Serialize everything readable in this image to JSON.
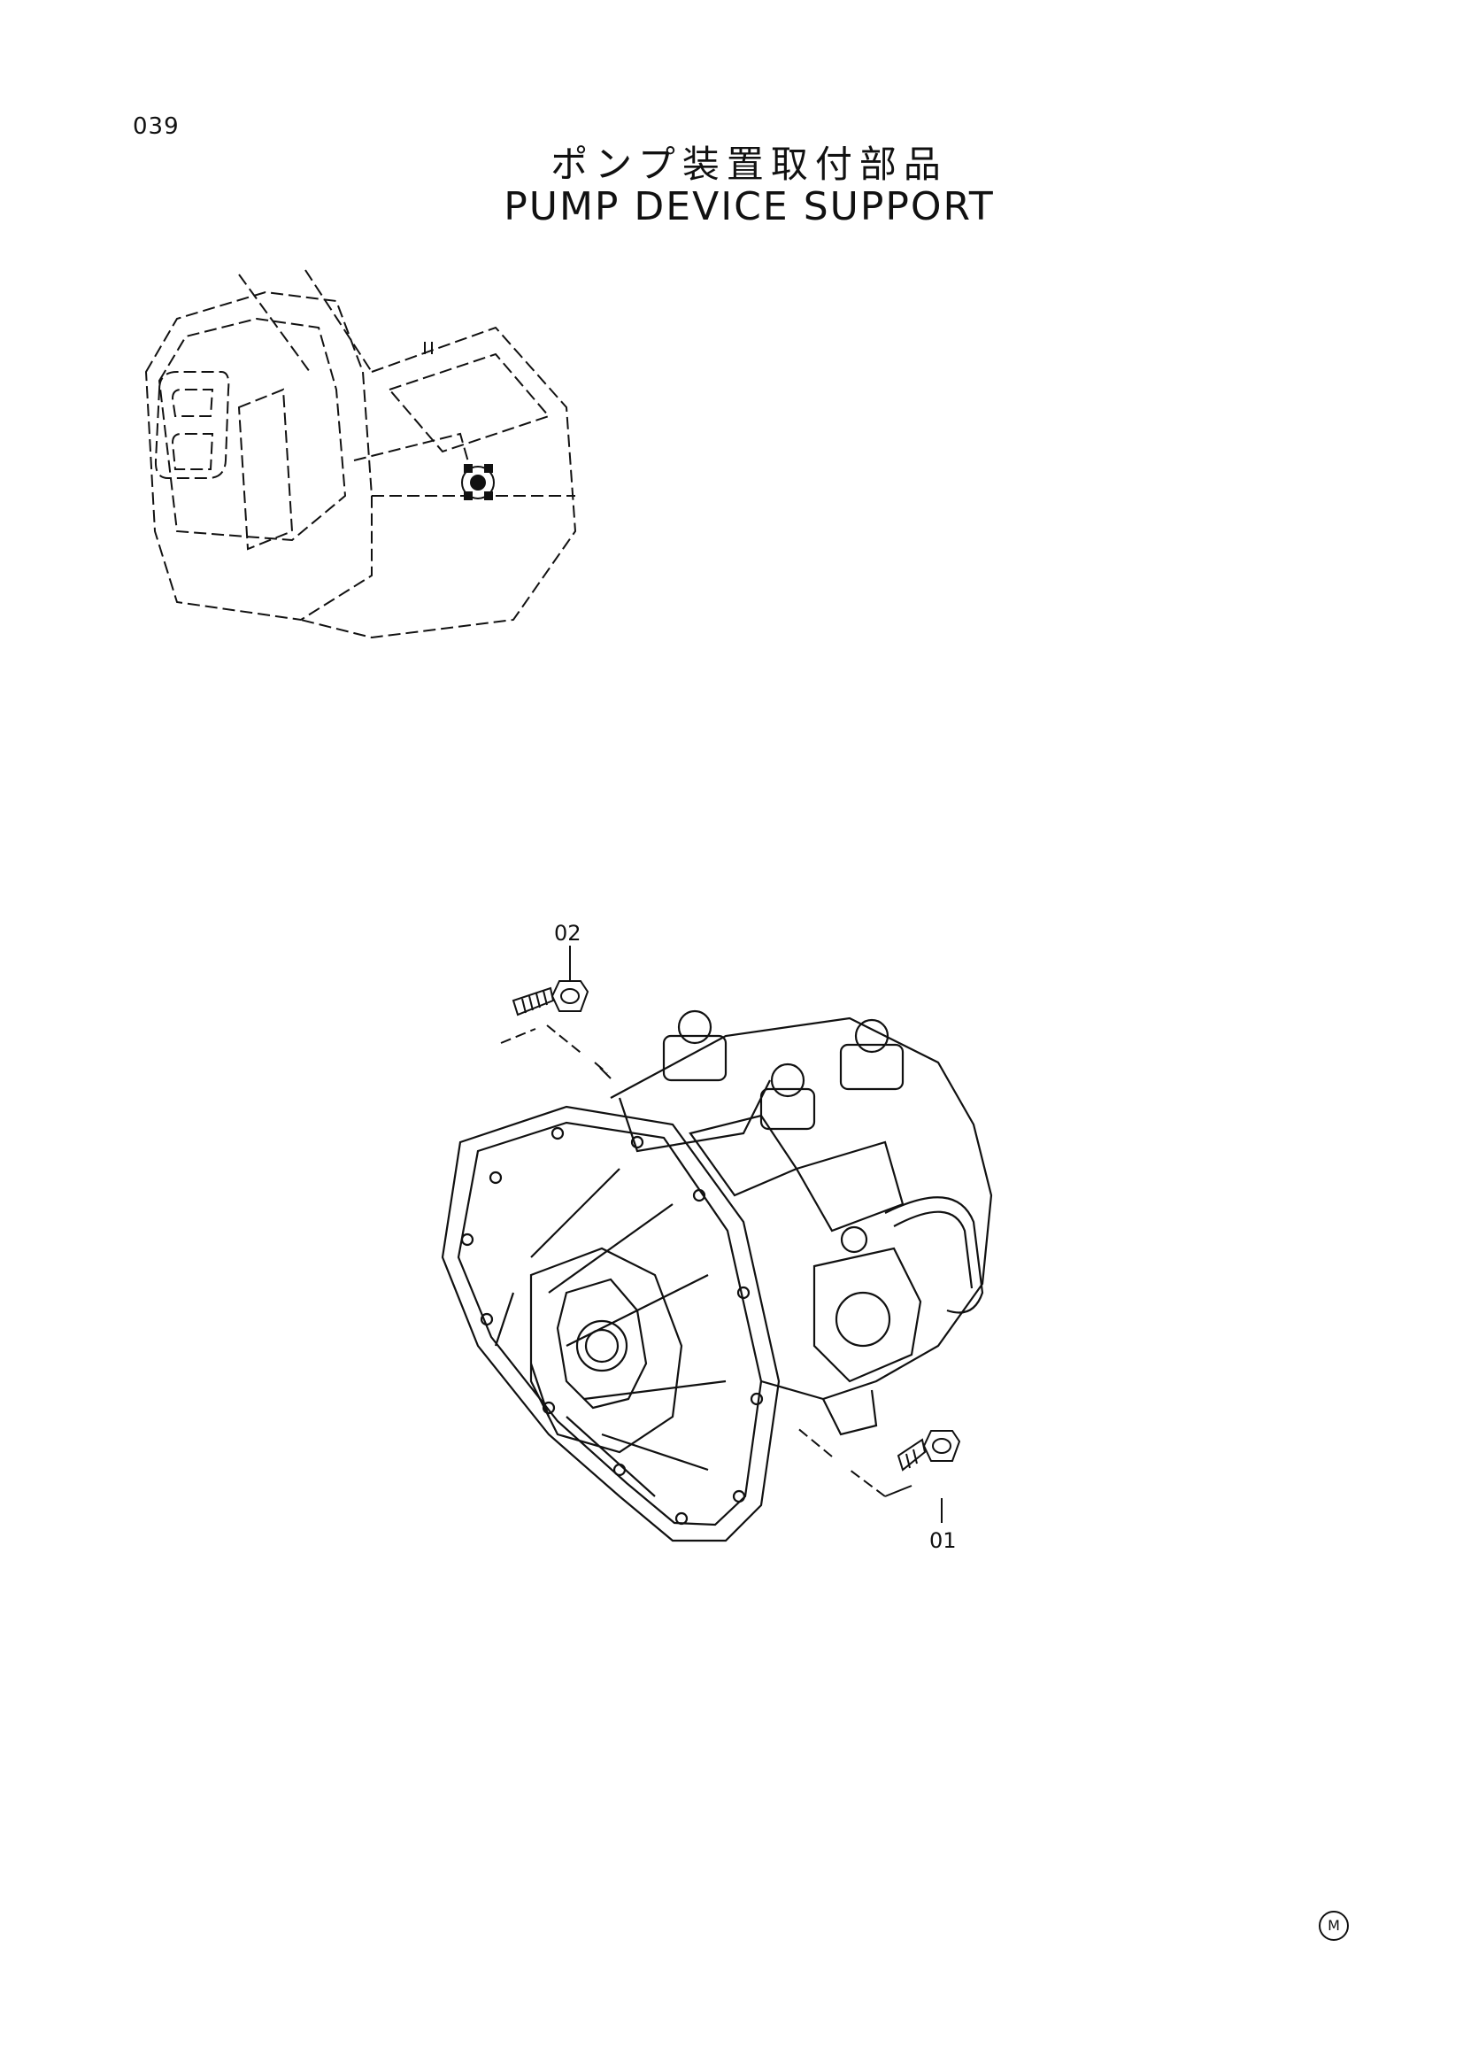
{
  "page_number": "039",
  "title_japanese": "ポンプ装置取付部品",
  "title_english": "PUMP DEVICE SUPPORT",
  "callouts": {
    "part_02": "02",
    "part_01": "01"
  },
  "mark": "M",
  "colors": {
    "ink": "#111111",
    "paper": "#ffffff"
  }
}
